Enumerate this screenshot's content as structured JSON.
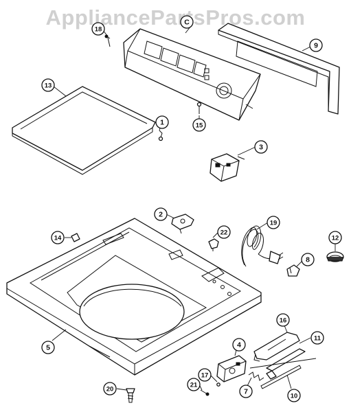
{
  "watermark": "AppliancePartsPros.com",
  "callouts": [
    {
      "id": "c18",
      "label": "18"
    },
    {
      "id": "cC",
      "label": "C"
    },
    {
      "id": "c9",
      "label": "9"
    },
    {
      "id": "c13",
      "label": "13"
    },
    {
      "id": "c1",
      "label": "1"
    },
    {
      "id": "c15",
      "label": "15"
    },
    {
      "id": "c3",
      "label": "3"
    },
    {
      "id": "c2",
      "label": "2"
    },
    {
      "id": "c22",
      "label": "22"
    },
    {
      "id": "c19",
      "label": "19"
    },
    {
      "id": "c14",
      "label": "14"
    },
    {
      "id": "c12",
      "label": "12"
    },
    {
      "id": "c8",
      "label": "8"
    },
    {
      "id": "c16",
      "label": "16"
    },
    {
      "id": "c5",
      "label": "5"
    },
    {
      "id": "c4",
      "label": "4"
    },
    {
      "id": "c11",
      "label": "11"
    },
    {
      "id": "c20",
      "label": "20"
    },
    {
      "id": "c17",
      "label": "17"
    },
    {
      "id": "c21",
      "label": "21"
    },
    {
      "id": "c7",
      "label": "7"
    },
    {
      "id": "c10",
      "label": "10"
    }
  ]
}
